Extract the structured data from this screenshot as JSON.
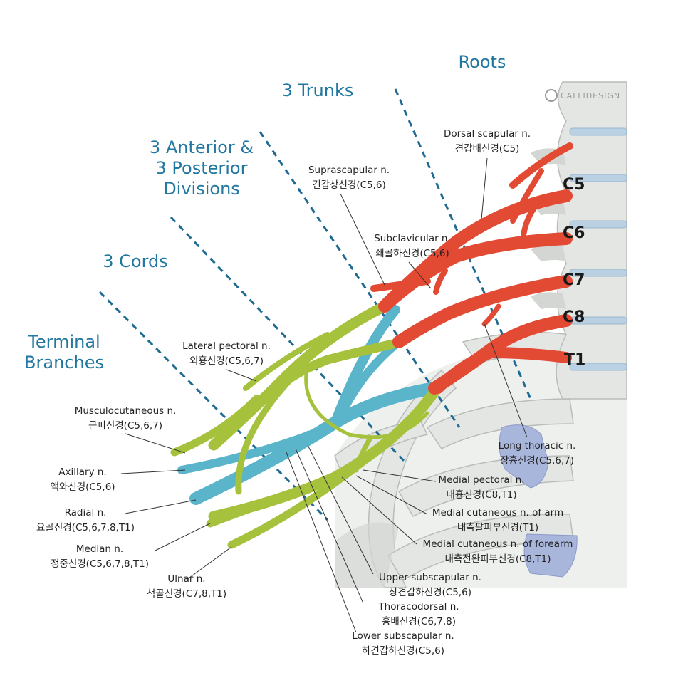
{
  "titles": {
    "roots": "Roots",
    "trunks": "3 Trunks",
    "divisions": [
      "3 Anterior &",
      "3 Posterior",
      "Divisions"
    ],
    "cords": "3 Cords",
    "terminal": [
      "Terminal",
      "Branches"
    ]
  },
  "logo": "CALLIDESIGN",
  "roots": [
    "C5",
    "C6",
    "C7",
    "C8",
    "T1"
  ],
  "labels": {
    "dorsal_scapular": [
      "Dorsal scapular n.",
      "견갑배신경(C5)"
    ],
    "suprascapular": [
      "Suprascapular n.",
      "견갑상신경(C5,6)"
    ],
    "subclavicular": [
      "Subclavicular n.",
      "쇄골하신경(C5,6)"
    ],
    "lateral_pectoral": [
      "Lateral pectoral n.",
      "외흉신경(C5,6,7)"
    ],
    "musculocutaneous": [
      "Musculocutaneous n.",
      "근피신경(C5,6,7)"
    ],
    "axillary": [
      "Axillary n.",
      "액와신경(C5,6)"
    ],
    "radial": [
      "Radial n.",
      "요골신경(C5,6,7,8,T1)"
    ],
    "median": [
      "Median n.",
      "정중신경(C5,6,7,8,T1)"
    ],
    "ulnar": [
      "Ulnar n.",
      "척골신경(C7,8,T1)"
    ],
    "long_thoracic": [
      "Long thoracic n.",
      "장흉신경(C5,6,7)"
    ],
    "medial_pectoral": [
      "Medial pectoral n.",
      "내흉신경(C8,T1)"
    ],
    "medial_cut_arm": [
      "Medial cutaneous n. of arm",
      "내측팔피부신경(T1)"
    ],
    "medial_cut_forearm": [
      "Medial cutaneous n. of forearm",
      "내측전완피부신경(C8,T1)"
    ],
    "upper_subscapular": [
      "Upper subscapular n.",
      "상견갑하신경(C5,6)"
    ],
    "thoracodorsal": [
      "Thoracodorsal n.",
      "흉배신경(C6,7,8)"
    ],
    "lower_subscapular": [
      "Lower subscapular n.",
      "하견갑하신경(C5,6)"
    ]
  },
  "colors": {
    "roots_trunks": "#e34a33",
    "lateral_medial_cords": "#a6c23c",
    "posterior_cord": "#5ab4ca",
    "title_text": "#2277a0",
    "dashed_guides": "#1e6a93"
  }
}
